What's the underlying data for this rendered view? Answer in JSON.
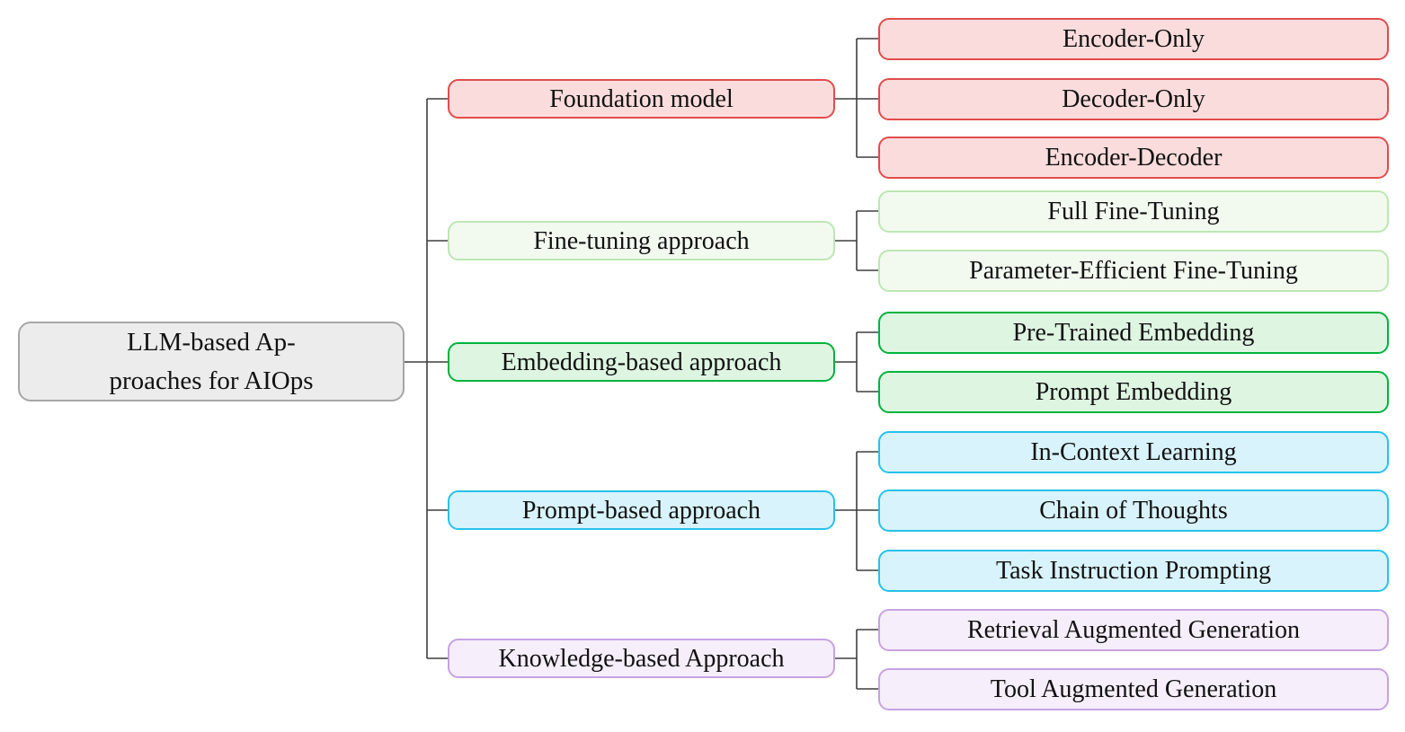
{
  "root": {
    "line1": "LLM-based Ap-",
    "line2": "proaches for AIOps"
  },
  "groups": [
    {
      "label": "Foundation model",
      "children": [
        "Encoder-Only",
        "Decoder-Only",
        "Encoder-Decoder"
      ]
    },
    {
      "label": "Fine-tuning approach",
      "children": [
        "Full Fine-Tuning",
        "Parameter-Efficient Fine-Tuning"
      ]
    },
    {
      "label": "Embedding-based approach",
      "children": [
        "Pre-Trained Embedding",
        "Prompt Embedding"
      ]
    },
    {
      "label": "Prompt-based approach",
      "children": [
        "In-Context Learning",
        "Chain of Thoughts",
        "Task Instruction Prompting"
      ]
    },
    {
      "label": "Knowledge-based Approach",
      "children": [
        "Retrieval Augmented Generation",
        "Tool Augmented Generation"
      ]
    }
  ],
  "colors": {
    "connector": "#3e3e3e",
    "root_fill": "#ececec",
    "root_border": "#a6a6a6",
    "red_fill": "#fbdcdc",
    "red_border": "#e14c4c",
    "pale_fill": "#f2faf0",
    "pale_border": "#bde6b3",
    "green_fill": "#def5e2",
    "green_border": "#00b33c",
    "cyan_fill": "#d8f3fb",
    "cyan_border": "#27c2ea",
    "purple_fill": "#f6eefb",
    "purple_border": "#c6a2e2"
  }
}
